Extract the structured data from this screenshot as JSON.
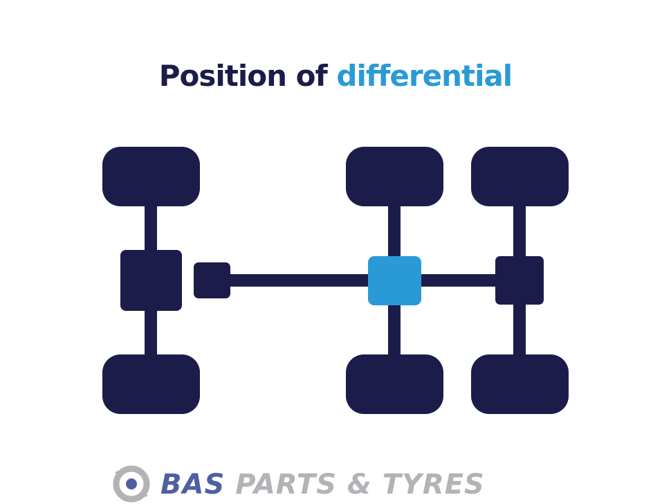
{
  "title": {
    "dark_part": "Position of",
    "accent_part": "differential"
  },
  "colors": {
    "dark": "#1c1c4b",
    "accent": "#2a9ad6",
    "logo_blue": "#4e5fa3",
    "logo_grey": "#b3b3b7"
  },
  "logo": {
    "brand": "BAS",
    "rest": "PARTS & TYRES",
    "icon": "tyre-logo-icon"
  },
  "diagram": {
    "axle_count": 3,
    "highlighted_component": "middle-axle-differential"
  }
}
